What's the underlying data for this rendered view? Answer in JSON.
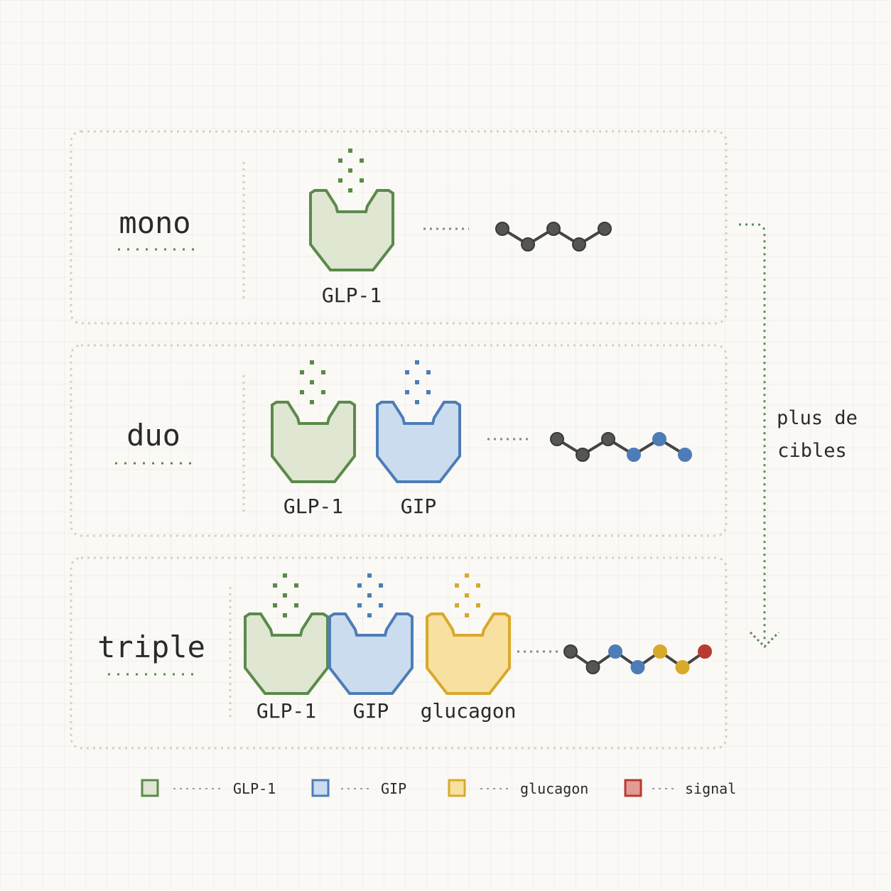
{
  "rows": [
    {
      "label": "mono",
      "receptors": [
        {
          "name": "GLP-1",
          "color": "glp1"
        }
      ],
      "chain": [
        "dark",
        "dark",
        "dark",
        "dark",
        "dark"
      ]
    },
    {
      "label": "duo",
      "receptors": [
        {
          "name": "GLP-1",
          "color": "glp1"
        },
        {
          "name": "GIP",
          "color": "gip"
        }
      ],
      "chain": [
        "dark",
        "dark",
        "dark",
        "gip",
        "gip",
        "gip"
      ]
    },
    {
      "label": "triple",
      "receptors": [
        {
          "name": "GLP-1",
          "color": "glp1"
        },
        {
          "name": "GIP",
          "color": "gip"
        },
        {
          "name": "glucagon",
          "color": "glucagon"
        }
      ],
      "chain": [
        "dark",
        "dark",
        "gip",
        "gip",
        "glucagon",
        "glucagon",
        "signal"
      ]
    }
  ],
  "arrow_label": [
    "plus de",
    "cibles"
  ],
  "legend": [
    {
      "label": "GLP-1",
      "color": "glp1"
    },
    {
      "label": "GIP",
      "color": "gip"
    },
    {
      "label": "glucagon",
      "color": "glucagon"
    },
    {
      "label": "signal",
      "color": "signal"
    }
  ],
  "colors": {
    "glp1": {
      "fill": "#dfe6d2",
      "stroke": "#5a8a4a"
    },
    "gip": {
      "fill": "#cbdcef",
      "stroke": "#4d7db8"
    },
    "glucagon": {
      "fill": "#f8e0a0",
      "stroke": "#d9a92a"
    },
    "signal": {
      "fill": "#e39a94",
      "stroke": "#b83a32"
    },
    "dark": {
      "fill": "#555555",
      "stroke": "#3a3a3a"
    },
    "panel_border": "#d6d0c4",
    "arrow": "#5a8a5a"
  }
}
